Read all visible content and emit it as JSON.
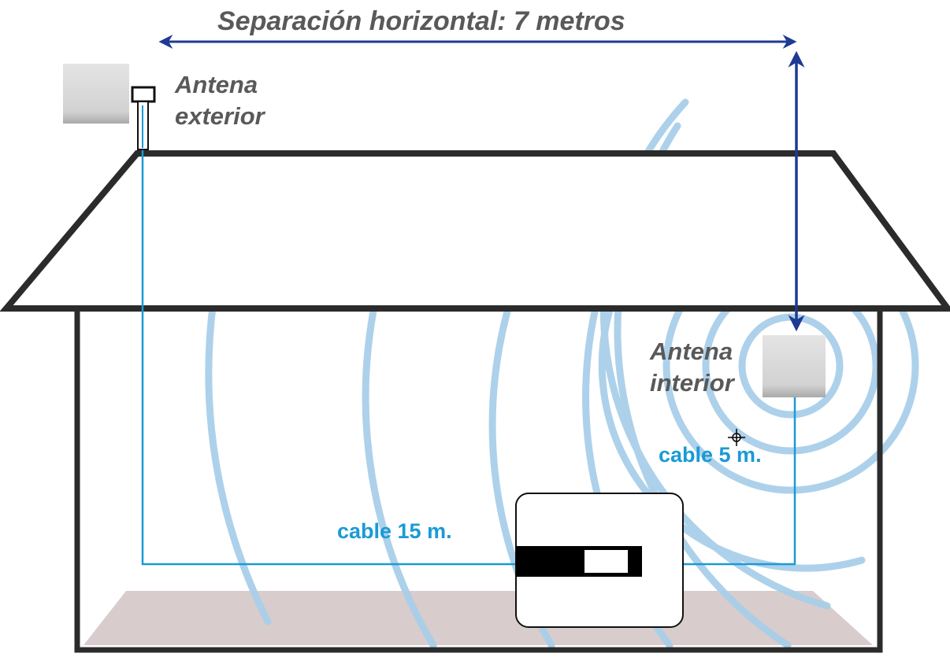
{
  "title": "Separación horizontal: 7 metros",
  "labels": {
    "outdoor_antenna_line1": "Antena",
    "outdoor_antenna_line2": "exterior",
    "indoor_antenna_line1": "Antena",
    "indoor_antenna_line2": "interior",
    "cable_outdoor": "cable 15 m.",
    "cable_indoor": "cable 5 m."
  },
  "icons": {
    "cursor": "crosshair-move-cursor-icon"
  },
  "colors": {
    "dimension_arrow": "#1f3a93",
    "cable": "#1a9ad6",
    "signal_waves": "#a9cfe9",
    "house_outline": "#2b2b2b",
    "floor": "#d9cccc",
    "label_gray": "#595959"
  }
}
